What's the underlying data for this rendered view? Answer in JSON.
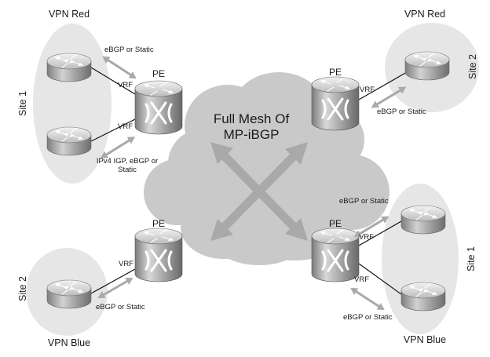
{
  "colors": {
    "cloud": "#c9c9c9",
    "site_ellipse": "#e6e6e6",
    "arrow": "#a9a9a9",
    "router_body": "#bdbdbd",
    "link": "#111111"
  },
  "cloud": {
    "title_line1": "Full Mesh Of",
    "title_line2": "MP-iBGP"
  },
  "labels": {
    "vpn_red_left": "VPN Red",
    "vpn_red_right": "VPN Red",
    "vpn_blue_left": "VPN Blue",
    "vpn_blue_right": "VPN Blue",
    "site1_left": "Site 1",
    "site2_right": "Site 2",
    "site2_left": "Site 2",
    "site1_right": "Site 1",
    "pe_tl": "PE",
    "pe_tr": "PE",
    "pe_bl": "PE",
    "pe_br": "PE",
    "vrf_tl_upper": "VRF",
    "vrf_tl_lower": "VRF",
    "vrf_tr": "VRF",
    "vrf_bl": "VRF",
    "vrf_br_upper": "VRF",
    "vrf_br_lower": "VRF",
    "ebgp_tl": "eBGP or Static",
    "ipv4_line1": "IPv4 IGP, eBGP or",
    "ipv4_line2": "Static",
    "ebgp_tr": "eBGP or Static",
    "ebgp_bl": "eBGP or Static",
    "ebgp_br_upper": "eBGP or Static",
    "ebgp_br_lower": "eBGP or Static"
  },
  "icons": {
    "router": "router-icon",
    "pe_router": "pe-router-icon"
  }
}
